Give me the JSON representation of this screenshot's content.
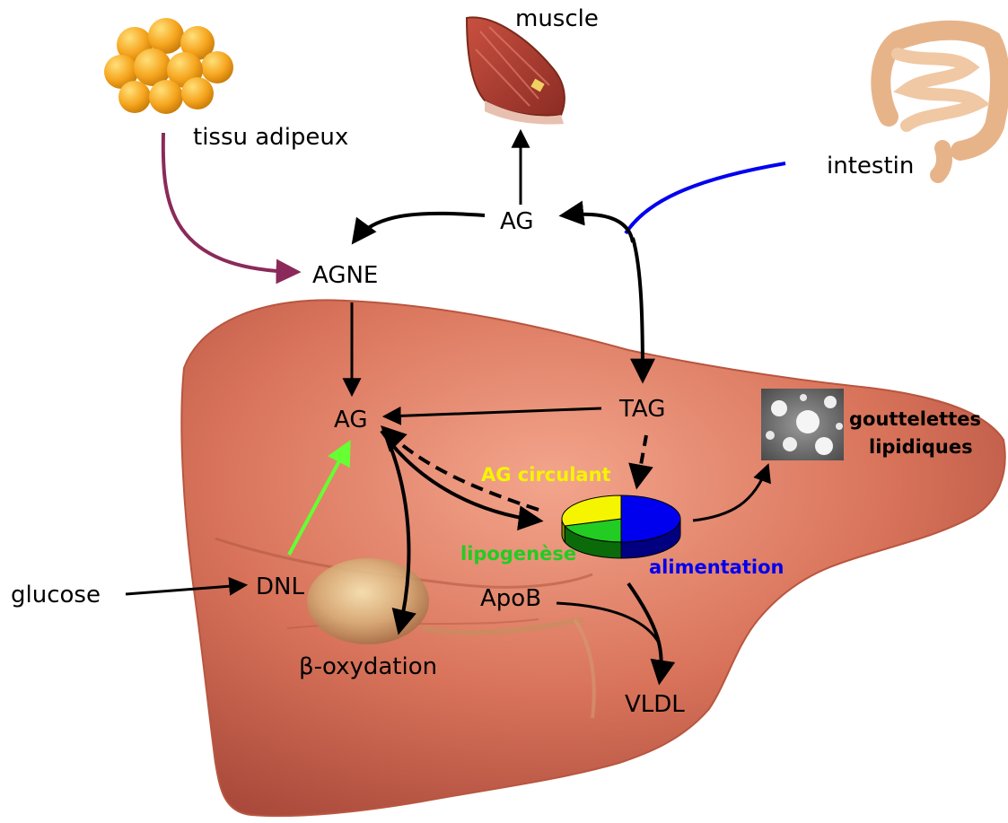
{
  "labels": {
    "muscle": "muscle",
    "tissu_adipeux": "tissu adipeux",
    "intestin": "intestin",
    "ag_top": "AG",
    "agne": "AGNE",
    "ag_liver": "AG",
    "tag": "TAG",
    "gouttelettes_line1": "gouttelettes",
    "gouttelettes_line2": "lipidiques",
    "ag_circulant": "AG circulant",
    "lipogenese": "lipogenèse",
    "alimentation": "alimentation",
    "glucose": "glucose",
    "dnl": "DNL",
    "apob": "ApoB",
    "beta_oxydation": "β-oxydation",
    "vldl": "VLDL"
  },
  "colors": {
    "liver": "#c96a52",
    "ag_circulant": "#f5f500",
    "lipogenese": "#22cc22",
    "alimentation": "#0000ee",
    "adipose_arrow": "#8b2a5a",
    "intestine_line": "#0000ee",
    "dnl_arrow": "#66ff33",
    "arrow": "#000000"
  },
  "pie": {
    "slices": [
      {
        "name": "AG circulant",
        "share": 0.3
      },
      {
        "name": "lipogenèse",
        "share": 0.2
      },
      {
        "name": "alimentation",
        "share": 0.5
      }
    ]
  },
  "icons": {
    "adipose": "fat-cells-icon",
    "muscle": "muscle-icon",
    "intestine": "intestine-icon",
    "droplets": "lipid-droplets-micrograph"
  }
}
